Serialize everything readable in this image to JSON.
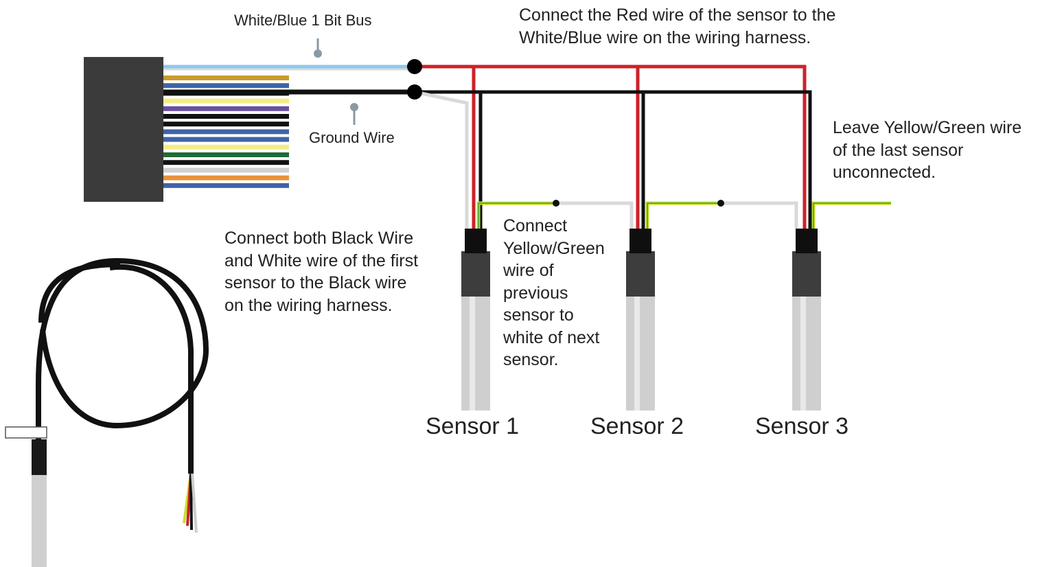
{
  "colors": {
    "red": "#cc2229",
    "black": "#111111",
    "white_wire": "#d9d9d9",
    "yellow_green": "#c8e02a",
    "blue": "#3e63a8",
    "light_blue": "#8ec9ee",
    "harness_body": "#3b3b3b",
    "probe_steel": "#cfcfcf",
    "annotation_text": "#222222"
  },
  "harness": {
    "bus_label": "White/Blue 1 Bit Bus",
    "ground_label": "Ground Wire",
    "ribbon_colors": [
      "#c99a2e",
      "#3e63a8",
      "#111111",
      "#f2ee84",
      "#6a4fa0",
      "#111111",
      "#111111",
      "#3e63a8",
      "#3e63a8",
      "#f2ee84",
      "#1f6b38",
      "#111111",
      "#d0d0d0",
      "#e8913a",
      "#3e63a8"
    ]
  },
  "annotations": {
    "red_instruction": "Connect the Red wire of the sensor to the\nWhite/Blue wire on the wiring harness.",
    "leave_instruction": "Leave Yellow/Green wire\nof the last sensor\nunconnected.",
    "black_white_instruction": "Connect both Black Wire\nand White wire of the first\nsensor to the Black wire\non the wiring harness.",
    "yellow_instruction": "Connect\nYellow/Green\nwire of\nprevious\nsensor to\nwhite of next\nsensor."
  },
  "sensors": [
    {
      "label": "Sensor 1"
    },
    {
      "label": "Sensor 2"
    },
    {
      "label": "Sensor 3"
    }
  ]
}
